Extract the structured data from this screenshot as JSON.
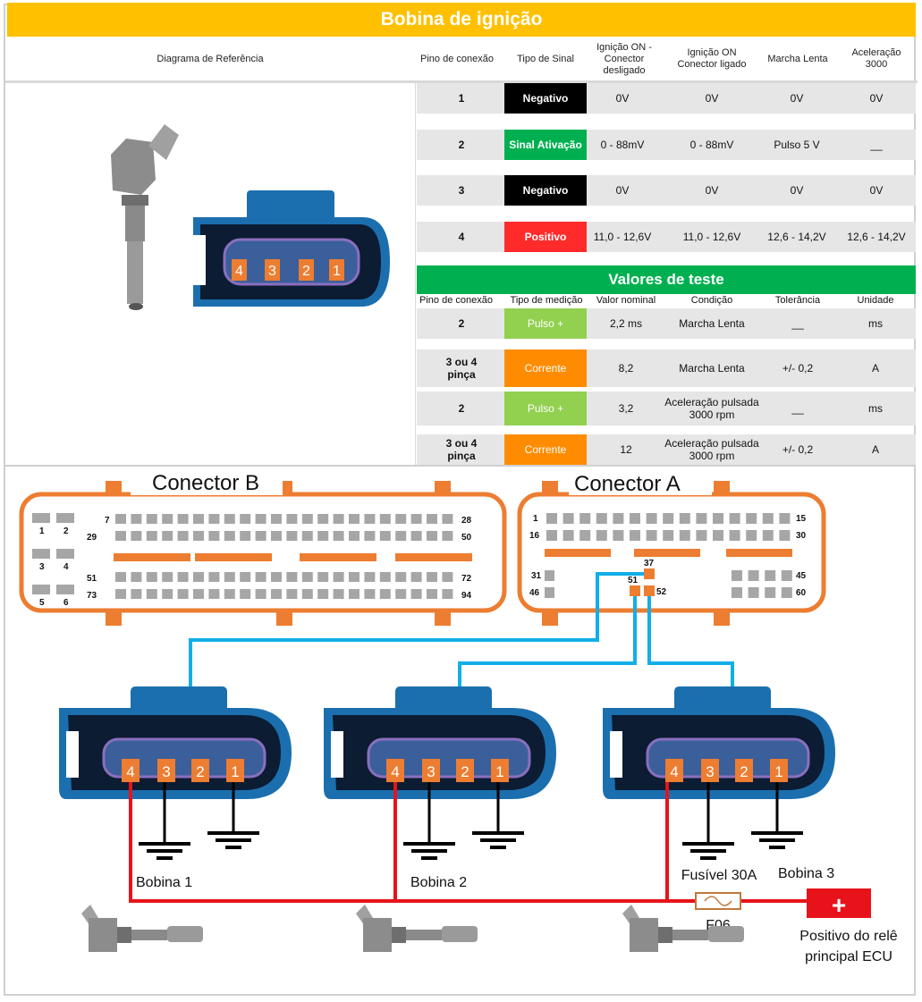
{
  "title": "Bobina de ignição",
  "header": {
    "reference_diagram": "Diagrama de Referência",
    "columns": [
      "Pino de conexão",
      "Tipo de Sinal",
      "Ignição ON - Conector desligado",
      "Ignição ON Conector ligado",
      "Marcha Lenta",
      "Aceleração 3000"
    ]
  },
  "pin_table": [
    {
      "pin": "1",
      "signal": "Negativo",
      "signal_color": "#000000",
      "ign_off": "0V",
      "ign_on": "0V",
      "idle": "0V",
      "accel": "0V"
    },
    {
      "pin": "2",
      "signal": "Sinal Ativação",
      "signal_color": "#00b050",
      "ign_off": "0 - 88mV",
      "ign_on": "0 - 88mV",
      "idle": "Pulso 5 V",
      "accel": "__"
    },
    {
      "pin": "3",
      "signal": "Negativo",
      "signal_color": "#000000",
      "ign_off": "0V",
      "ign_on": "0V",
      "idle": "0V",
      "accel": "0V"
    },
    {
      "pin": "4",
      "signal": "Positivo",
      "signal_color": "#ff2b2b",
      "ign_off": "11,0 - 12,6V",
      "ign_on": "11,0 - 12,6V",
      "idle": "12,6 - 14,2V",
      "accel": "12,6 - 14,2V"
    }
  ],
  "test_values": {
    "title": "Valores de teste",
    "columns": [
      "Pino de conexão",
      "Tipo de medição",
      "Valor nominal",
      "Condição",
      "Tolerância",
      "Unidade"
    ],
    "rows": [
      {
        "pin": "2",
        "type": "Pulso +",
        "type_color": "#92d050",
        "nominal": "2,2 ms",
        "condition": "Marcha Lenta",
        "tolerance": "__",
        "unit": "ms"
      },
      {
        "pin": "3 ou 4 pinça",
        "type": "Corrente",
        "type_color": "#ff8c00",
        "nominal": "8,2",
        "condition": "Marcha Lenta",
        "tolerance": "+/- 0,2",
        "unit": "A"
      },
      {
        "pin": "2",
        "type": "Pulso +",
        "type_color": "#92d050",
        "nominal": "3,2",
        "condition": "Aceleração pulsada 3000 rpm",
        "tolerance": "__",
        "unit": "ms"
      },
      {
        "pin": "3 ou 4 pinça",
        "type": "Corrente",
        "type_color": "#ff8c00",
        "nominal": "12",
        "condition": "Aceleração pulsada 3000 rpm",
        "tolerance": "+/- 0,2",
        "unit": "A"
      }
    ]
  },
  "reference_connector_pins": [
    "4",
    "3",
    "2",
    "1"
  ],
  "diagram": {
    "connector_b": {
      "label": "Conector B",
      "left_pins": [
        "1",
        "2",
        "3",
        "4",
        "5",
        "6"
      ],
      "row_labels": {
        "r1_start": "7",
        "r1_end": "28",
        "r2_start": "29",
        "r2_end": "50",
        "r3_start": "51",
        "r3_end": "72",
        "r4_start": "73",
        "r4_end": "94"
      }
    },
    "connector_a": {
      "label": "Conector A",
      "row_labels": {
        "r1_start": "1",
        "r1_end": "15",
        "r2_start": "16",
        "r2_end": "30",
        "r3_start": "31",
        "r3_end": "45",
        "r4_start": "46",
        "r4_end": "60"
      },
      "highlighted_pins": [
        "37",
        "51",
        "52"
      ]
    },
    "coils": [
      {
        "label": "Bobina 1",
        "pins": [
          "4",
          "3",
          "2",
          "1"
        ]
      },
      {
        "label": "Bobina 2",
        "pins": [
          "4",
          "3",
          "2",
          "1"
        ]
      },
      {
        "label": "Bobina 3",
        "pins": [
          "4",
          "3",
          "2",
          "1"
        ]
      }
    ],
    "fuse_label": "Fusível 30A",
    "fuse_id": "F06",
    "power_symbol": "+",
    "power_label_line1": "Positivo do relê",
    "power_label_line2": "principal ECU",
    "colors": {
      "signal_wire": "#12aee8",
      "power_wire": "#e8131a",
      "ground_wire": "#000000",
      "connector_outline": "#ed7d31",
      "pin_gray": "#a6a6a6",
      "pin_tag": "#ed7d31"
    }
  }
}
